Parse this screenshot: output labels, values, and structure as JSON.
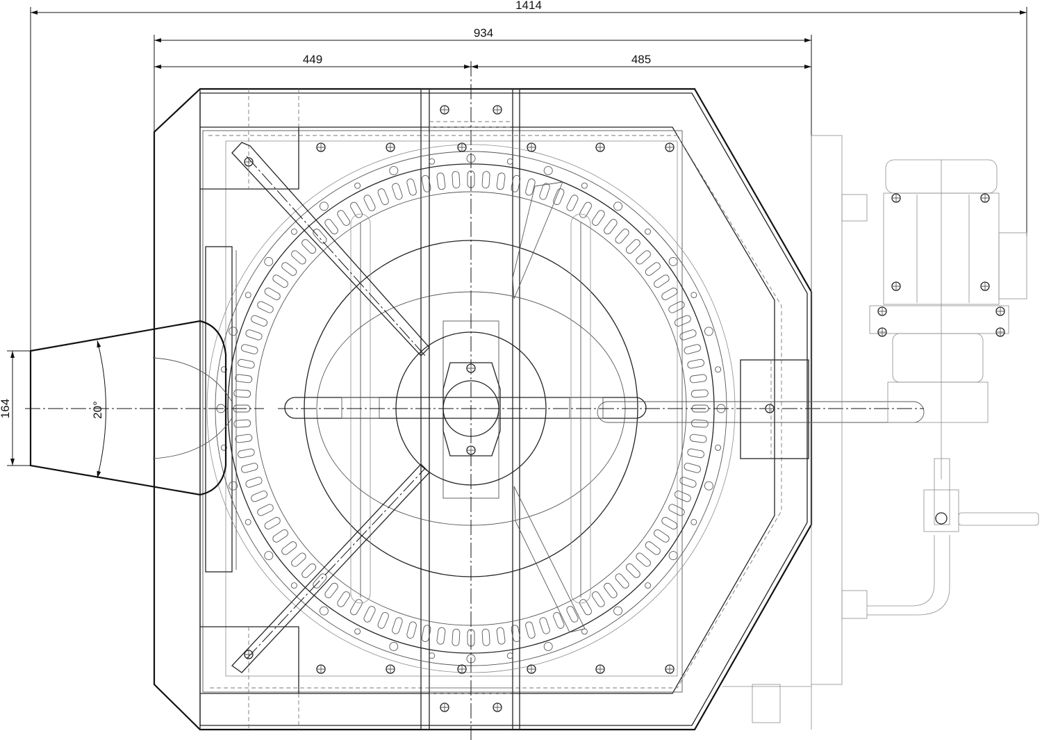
{
  "dimensions": {
    "overall_width": "1414",
    "housing_width": "934",
    "left_to_center": "449",
    "center_to_right": "485",
    "inlet_height": "164",
    "inlet_angle": "20°"
  },
  "colors": {
    "line": "#111111",
    "hidden_line": "#777777",
    "background": "#ffffff"
  }
}
